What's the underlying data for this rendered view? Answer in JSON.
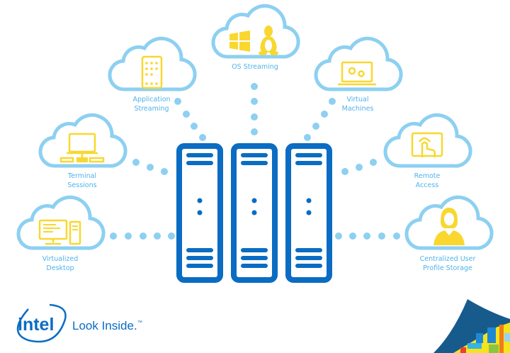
{
  "nodes": [
    {
      "id": "application-streaming",
      "line1": "Application",
      "line2": "Streaming",
      "icon": "tablet-icon"
    },
    {
      "id": "os-streaming",
      "line1": "OS Streaming",
      "line2": "",
      "icon": "windows-linux-icon"
    },
    {
      "id": "virtual-machines",
      "line1": "Virtual",
      "line2": "Machines",
      "icon": "laptop-gears-icon"
    },
    {
      "id": "terminal-sessions",
      "line1": "Terminal",
      "line2": "Sessions",
      "icon": "terminal-icon"
    },
    {
      "id": "remote-access",
      "line1": "Remote",
      "line2": "Access",
      "icon": "touchscreen-icon"
    },
    {
      "id": "virtualized-desktop",
      "line1": "Virtualized",
      "line2": "Desktop",
      "icon": "desktop-pc-icon"
    },
    {
      "id": "centralized-user-profile-storage",
      "line1": "Centralized User",
      "line2": "Profile Storage",
      "icon": "user-icon"
    }
  ],
  "center": {
    "icon": "server-racks-icon",
    "count": 3
  },
  "brand": {
    "logo": "intel",
    "tagline": "Look Inside.",
    "tm": "™"
  },
  "colors": {
    "cloud": "#8dd0f1",
    "icon": "#f9d72f",
    "server": "#0b6cc3",
    "label": "#4fb3e8",
    "brand": "#0b6cc3"
  }
}
